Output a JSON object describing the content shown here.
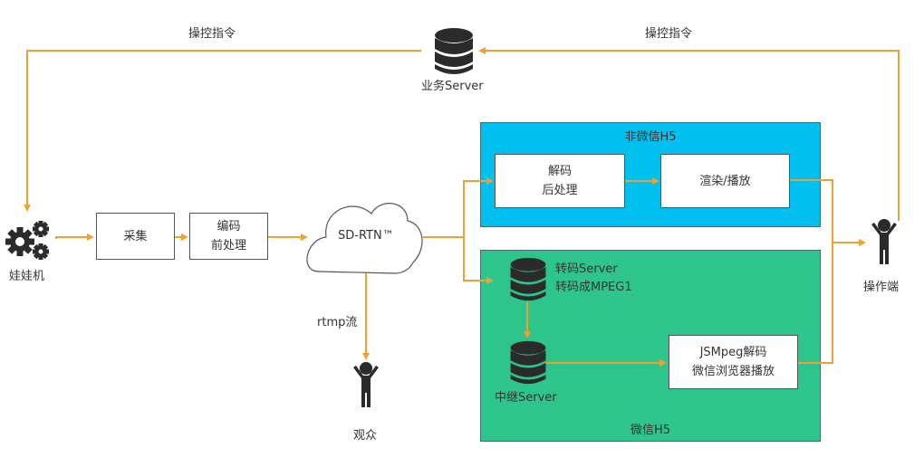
{
  "colors": {
    "arrow": "#f0a030",
    "non_wechat_panel": "#00c0f0",
    "wechat_panel": "#2ec58c",
    "icon": "#2b2b2b"
  },
  "business_server": {
    "label": "业务Server",
    "icon": "database-icon"
  },
  "control_left": {
    "label": "操控指令"
  },
  "control_right": {
    "label": "操控指令"
  },
  "claw_machine": {
    "label": "娃娃机",
    "icon": "gears-icon"
  },
  "capture": {
    "label": "采集"
  },
  "encode": {
    "line1": "编码",
    "line2": "前处理"
  },
  "cloud": {
    "label": "SD-RTN™",
    "icon": "cloud-icon"
  },
  "rtmp": {
    "label": "rtmp流"
  },
  "audience": {
    "label": "观众",
    "icon": "person-icon"
  },
  "operator": {
    "label": "操作端",
    "icon": "person-icon"
  },
  "non_wechat": {
    "title": "非微信H5",
    "decode": {
      "line1": "解码",
      "line2": "后处理"
    },
    "render": {
      "label": "渲染/播放"
    }
  },
  "wechat": {
    "title": "微信H5",
    "transcode_server": {
      "line1": "转码Server",
      "line2": "转码成MPEG1",
      "icon": "database-icon"
    },
    "relay_server": {
      "label": "中继Server",
      "icon": "database-icon"
    },
    "jsmpeg": {
      "line1": "JSMpeg解码",
      "line2": "微信浏览器播放"
    }
  }
}
